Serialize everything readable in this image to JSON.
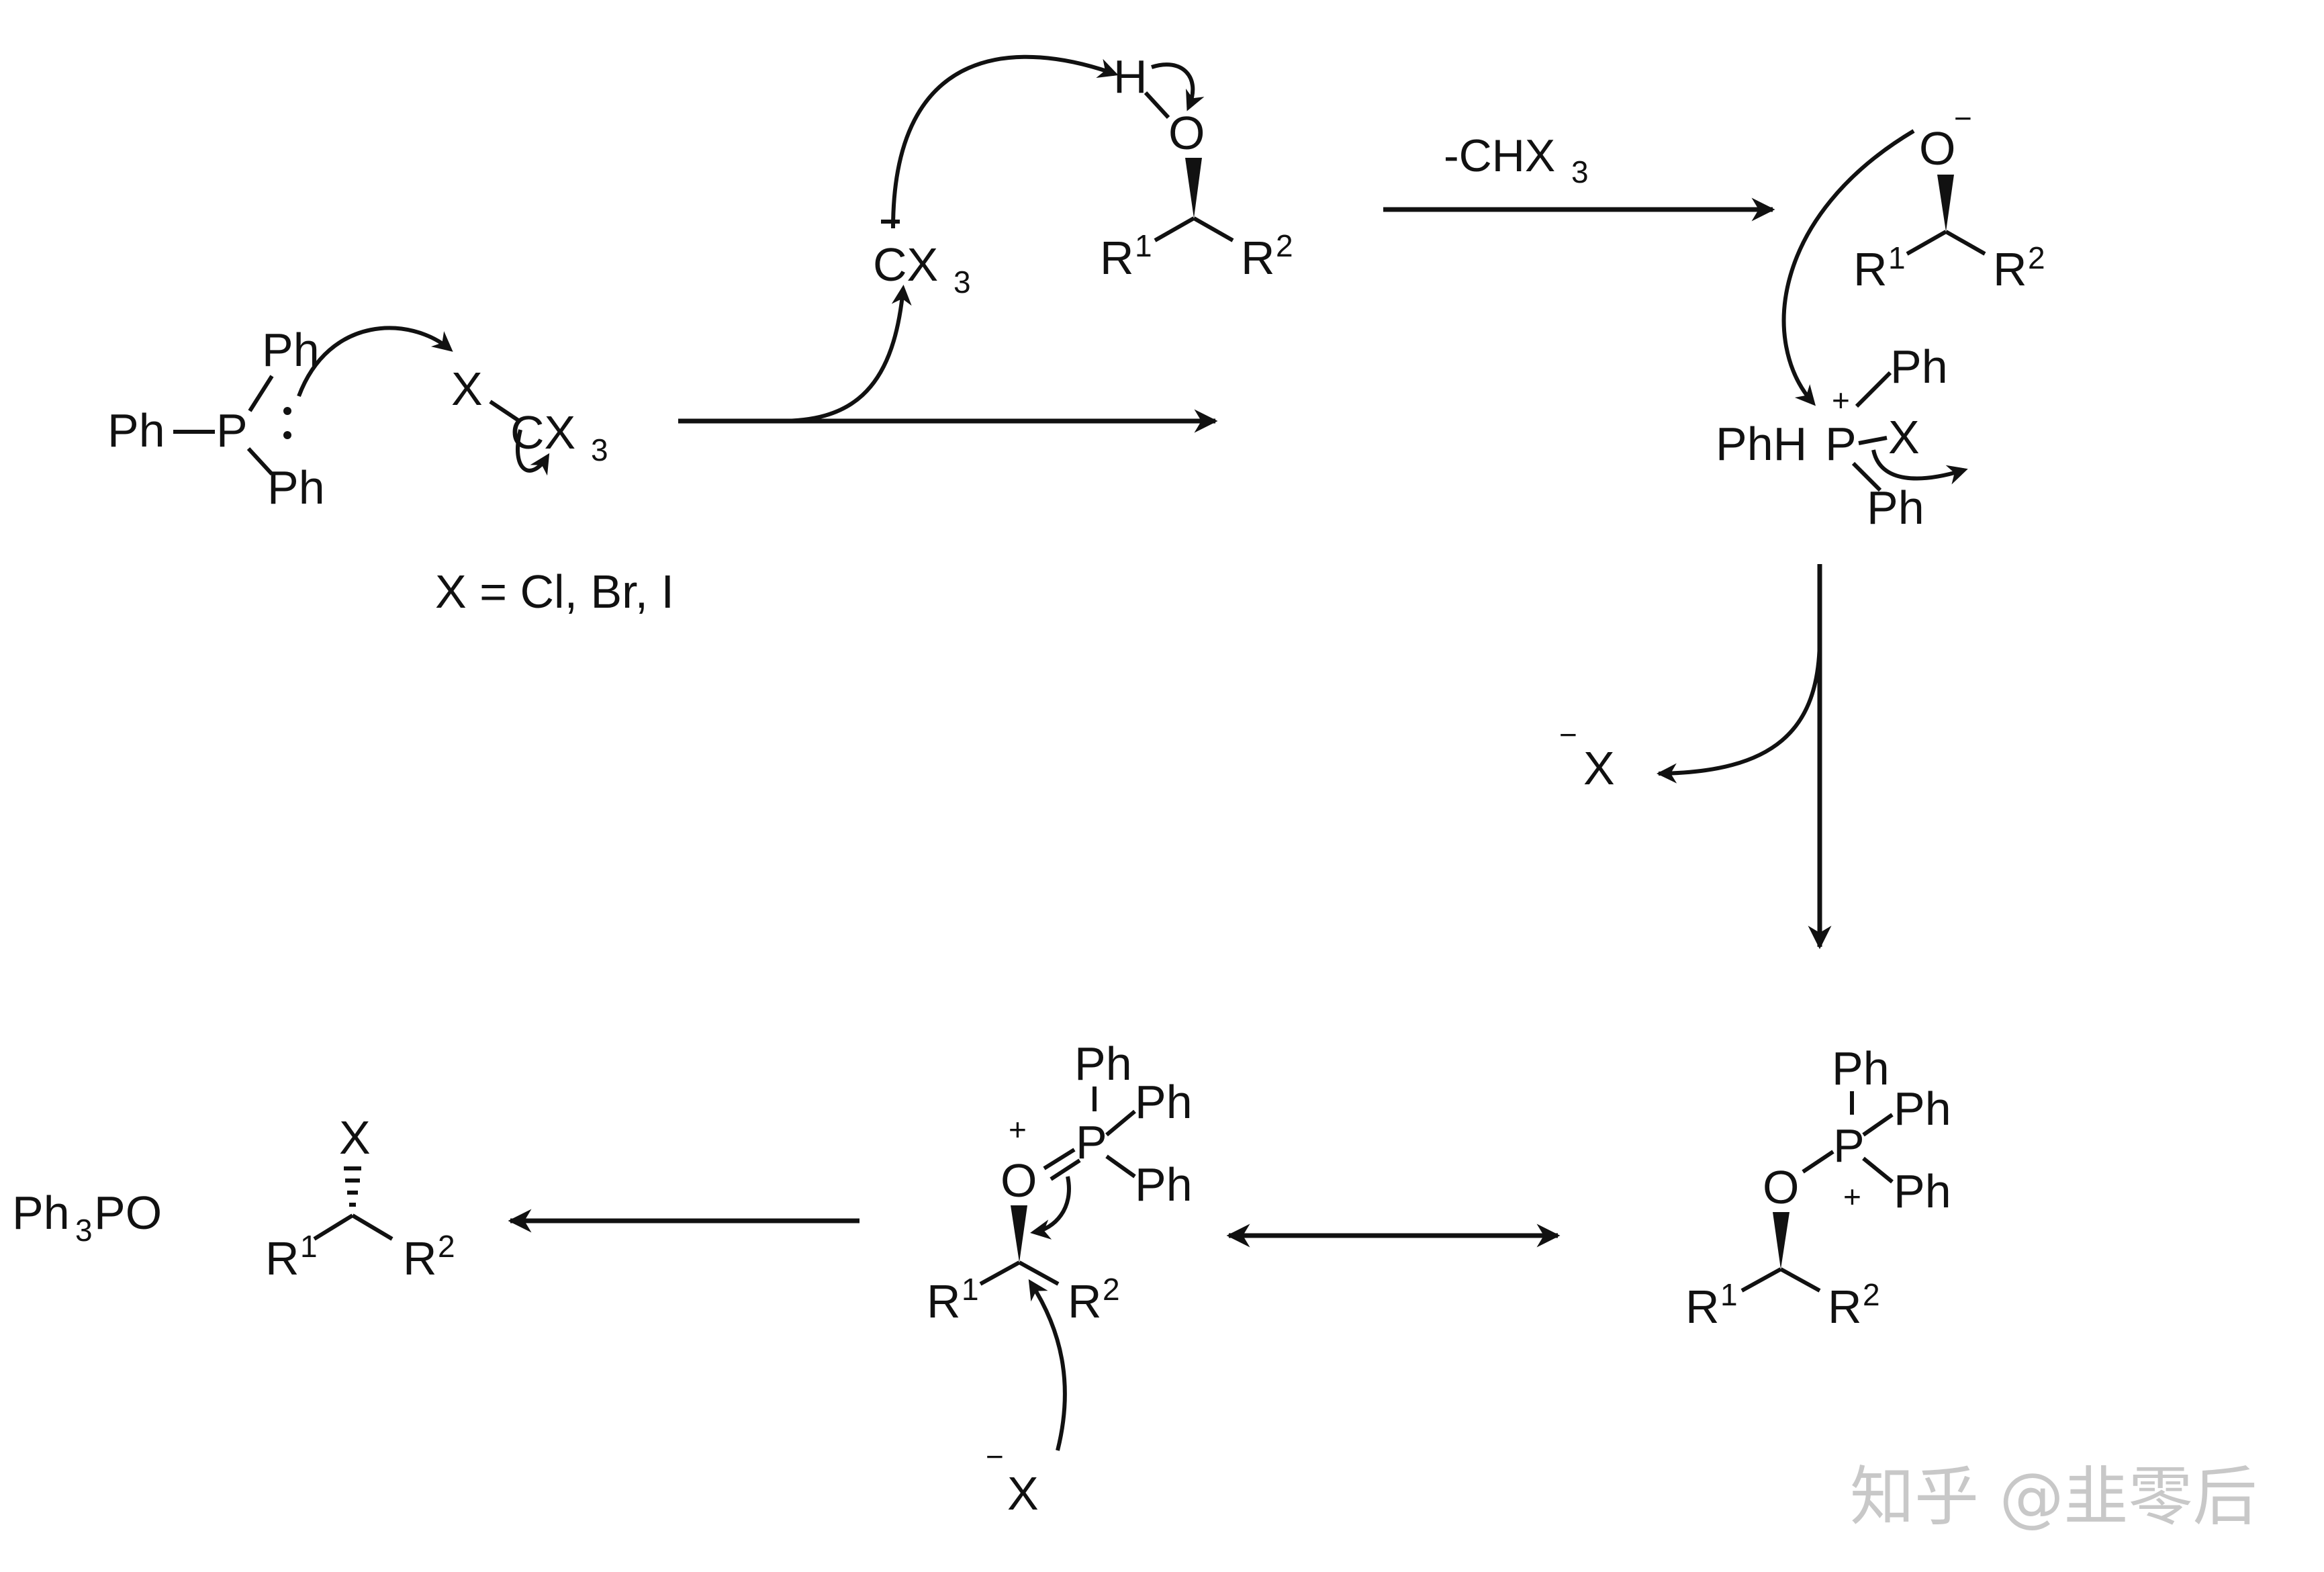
{
  "reagents": {
    "ph": "Ph",
    "p": "P",
    "x": "X",
    "cx3": "CX",
    "sub3": "3",
    "x_def": "X = Cl, Br, I"
  },
  "step1": {
    "cx3": "CX",
    "sub3": "3",
    "h": "H",
    "o": "O",
    "r1": "R",
    "r2": "R",
    "sup1": "1",
    "sup2": "2"
  },
  "condition": {
    "minus_chx": "-CHX",
    "sub3": "3"
  },
  "alkoxide": {
    "o": "O",
    "minus": "−",
    "r1": "R",
    "r2": "R",
    "sup1": "1",
    "sup2": "2"
  },
  "phosphonium": {
    "ph": "Ph",
    "ph_left": "PhH",
    "p": "P",
    "plus": "+",
    "x": "X"
  },
  "leaving": {
    "x": "X",
    "minus": "−"
  },
  "oxyphosphonium": {
    "ph": "Ph",
    "p": "P",
    "o": "O",
    "plus": "+",
    "r1": "R",
    "r2": "R",
    "sup1": "1",
    "sup2": "2"
  },
  "resonance": {
    "ph": "Ph",
    "p": "P",
    "o": "O",
    "plus": "+",
    "r1": "R",
    "r2": "R",
    "sup1": "1",
    "sup2": "2"
  },
  "nucleophile": {
    "x": "X",
    "minus": "−"
  },
  "product": {
    "x": "X",
    "r1": "R",
    "r2": "R",
    "sup1": "1",
    "sup2": "2",
    "byproduct": "Ph",
    "byproduct_sub": "3",
    "byproduct_end": "PO"
  },
  "watermark": "知乎 @韭零后"
}
